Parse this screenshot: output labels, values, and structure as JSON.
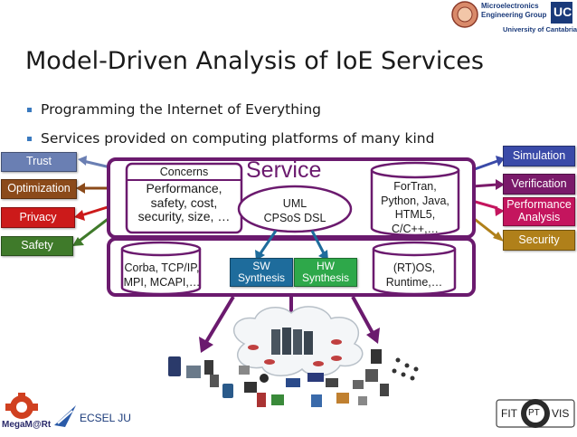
{
  "title": "Model-Driven Analysis of IoE Services",
  "bullets": [
    "Programming the Internet of Everything",
    "Services provided on computing platforms of many kind"
  ],
  "left_tags": [
    {
      "label": "Trust",
      "color": "#6a7fb3"
    },
    {
      "label": "Optimization",
      "color": "#8b4a1a"
    },
    {
      "label": "Privacy",
      "color": "#cc1a1a"
    },
    {
      "label": "Safety",
      "color": "#3f7a2a"
    }
  ],
  "right_tags": [
    {
      "label": "Simulation",
      "color": "#3a4aa8"
    },
    {
      "label": "Verification",
      "color": "#7a1a6a"
    },
    {
      "label": "Performance Analysis",
      "color": "#c4155e"
    },
    {
      "label": "Security",
      "color": "#b0801a"
    }
  ],
  "service": {
    "heading": "Service",
    "concerns_title": "Concerns",
    "concerns_body": "Performance, safety, cost, security, size, …",
    "uml": "UML\nCPSoS DSL",
    "languages": "ForTran, Python, Java, HTML5, C/C++,…"
  },
  "platform": {
    "middleware": "Corba, TCP/IP, MPI, MCAPI,…",
    "sw_synthesis": "SW Synthesis",
    "hw_synthesis": "HW Synthesis",
    "os": "(RT)OS, Runtime,…"
  },
  "logos": {
    "uc_line1": "Microelectronics",
    "uc_line2": "Engineering Group",
    "uc_line3": "University of Cantabria",
    "uc_mark": "UC",
    "megamart": "MegaM@Rt",
    "ecsel": "ECSEL JU",
    "fit": "FIT",
    "pt": "PT",
    "vis": "VIS"
  },
  "colors": {
    "purple": "#6b1a6e",
    "sw_blue": "#1e6c9c",
    "hw_green": "#2ea84a"
  }
}
